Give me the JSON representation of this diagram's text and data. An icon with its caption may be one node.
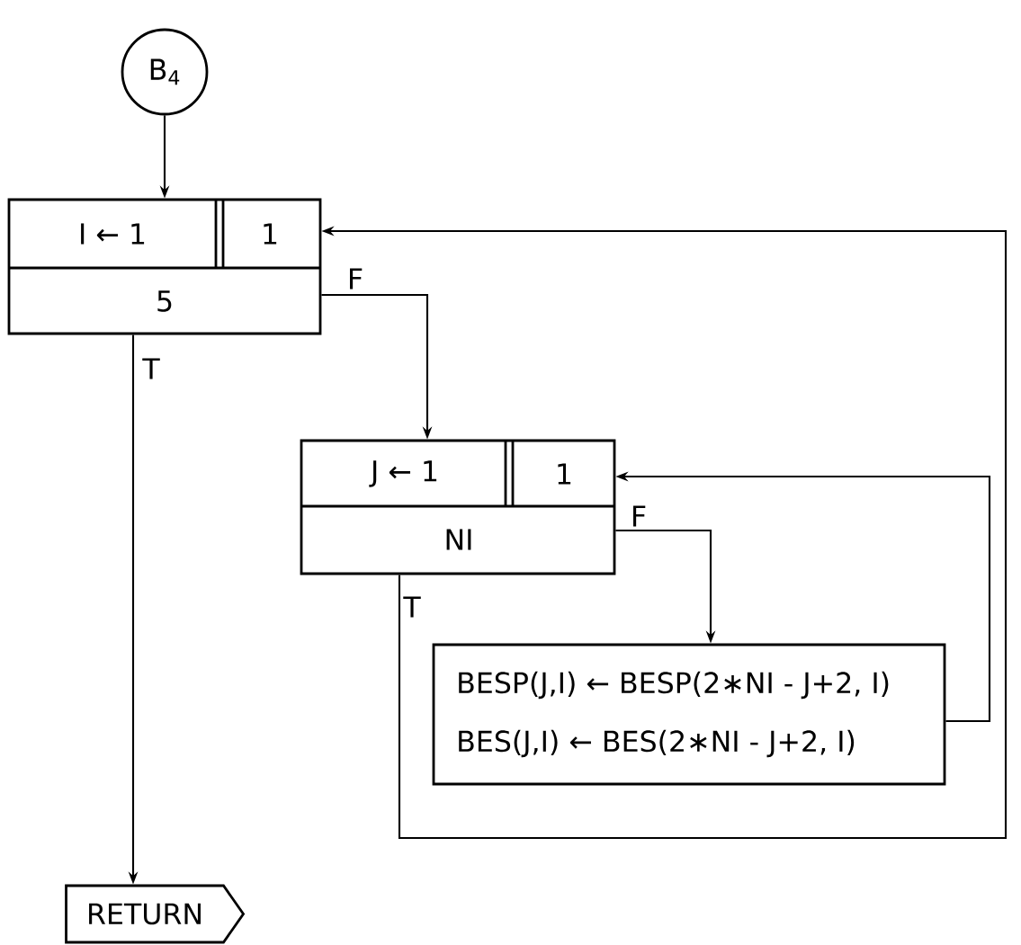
{
  "diagram": {
    "nodes": [
      {
        "text": [
          "B$_{4}$"
        ]
      },
      {
        "text": [
          "I ← 1",
          "1",
          "5"
        ]
      },
      {
        "text": [
          "J ← 1",
          "1",
          "NI"
        ]
      },
      {
        "text": [
          "BESP(J,I) ← BESP(2∗NI - J+2, I)",
          "BES(J,I) ← BES(2∗NI - J+2, I)"
        ]
      },
      {
        "text": [
          "RETURN"
        ]
      }
    ],
    "edges": [
      {
        "from": 0,
        "to": 1,
        "arrow": "to"
      },
      {
        "from": 1,
        "to": 2,
        "arrow": "to",
        "label": "F"
      },
      {
        "from": 1,
        "to": 4,
        "arrow": "to",
        "label": "T"
      },
      {
        "from": 2,
        "to": 3,
        "arrow": "to",
        "label": "F"
      },
      {
        "from": 3,
        "to": 2,
        "arrow": "to"
      },
      {
        "from": 2,
        "to": 1,
        "arrow": "to",
        "label": "T"
      }
    ]
  }
}
